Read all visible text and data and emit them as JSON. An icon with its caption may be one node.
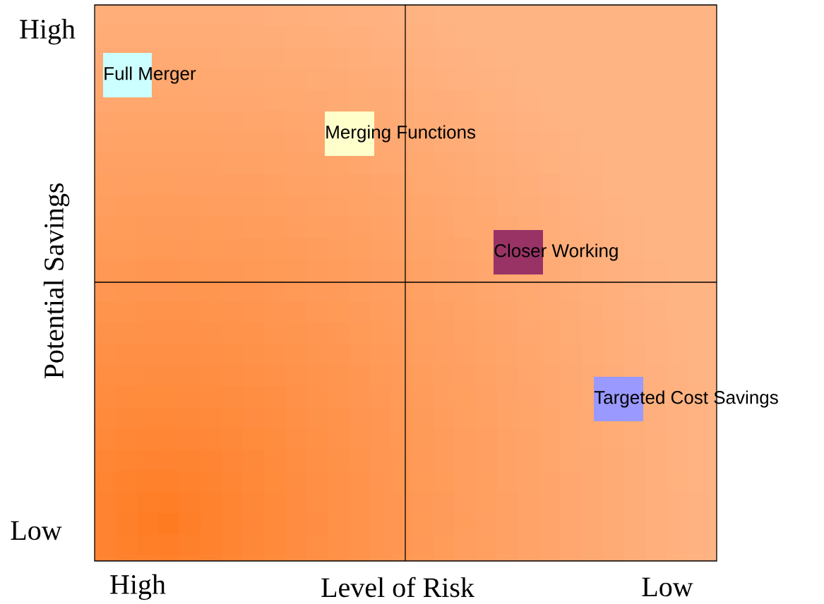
{
  "diagram": {
    "nodes": [
      {
        "text": [
          "Full Merger"
        ]
      },
      {
        "text": [
          "Merging Functions"
        ]
      },
      {
        "text": [
          "Closer Working"
        ]
      },
      {
        "text": [
          "Targeted Cost Savings"
        ]
      }
    ],
    "labels": [
      "High",
      "Potential Savings",
      "Low",
      "High",
      "Level of Risk",
      "Low"
    ]
  }
}
